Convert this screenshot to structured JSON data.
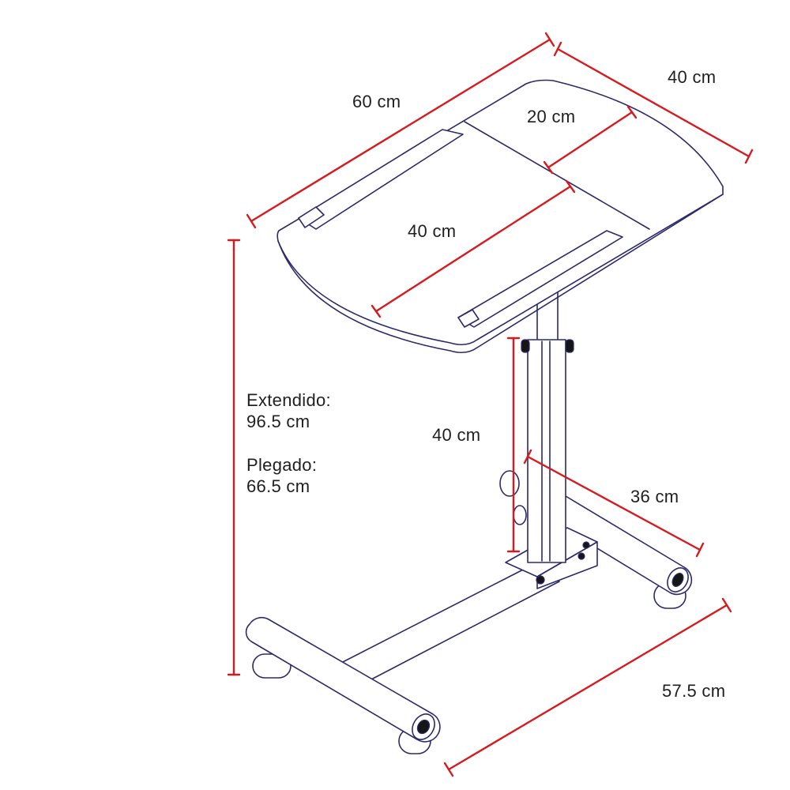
{
  "diagram": {
    "subject": "adjustable rolling laptop table",
    "dimension_color": "#d61a1f",
    "outline_color": "#2b2a6b"
  },
  "labels": {
    "top_length": "60 cm",
    "top_depth": "40 cm",
    "tray_section": "20 cm",
    "top_diagonal": "40 cm",
    "extended_title": "Extendido:",
    "extended_value": "96.5 cm",
    "folded_title": "Plegado:",
    "folded_value": "66.5 cm",
    "column_height": "40 cm",
    "base_depth": "36 cm",
    "base_width": "57.5 cm"
  }
}
